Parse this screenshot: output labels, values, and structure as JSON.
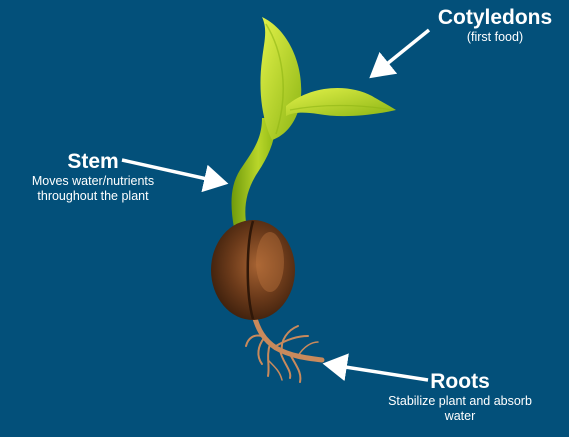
{
  "labels": {
    "cotyledons": {
      "title": "Cotyledons",
      "description": "(first food)"
    },
    "stem": {
      "title": "Stem",
      "description_line1": "Moves water/nutrients",
      "description_line2": "throughout the plant"
    },
    "roots": {
      "title": "Roots",
      "description_line1": "Stabilize plant and absorb",
      "description_line2": "water"
    }
  },
  "colors": {
    "background": "#03507a",
    "leaf_light": "#d8ec3a",
    "leaf_dark": "#7da60c",
    "seed_dark": "#4a2812",
    "seed_light": "#9a5a2c",
    "root": "#c98a5c",
    "arrow": "#ffffff"
  },
  "icons": [
    "seedling-illustration",
    "arrow-icon"
  ]
}
